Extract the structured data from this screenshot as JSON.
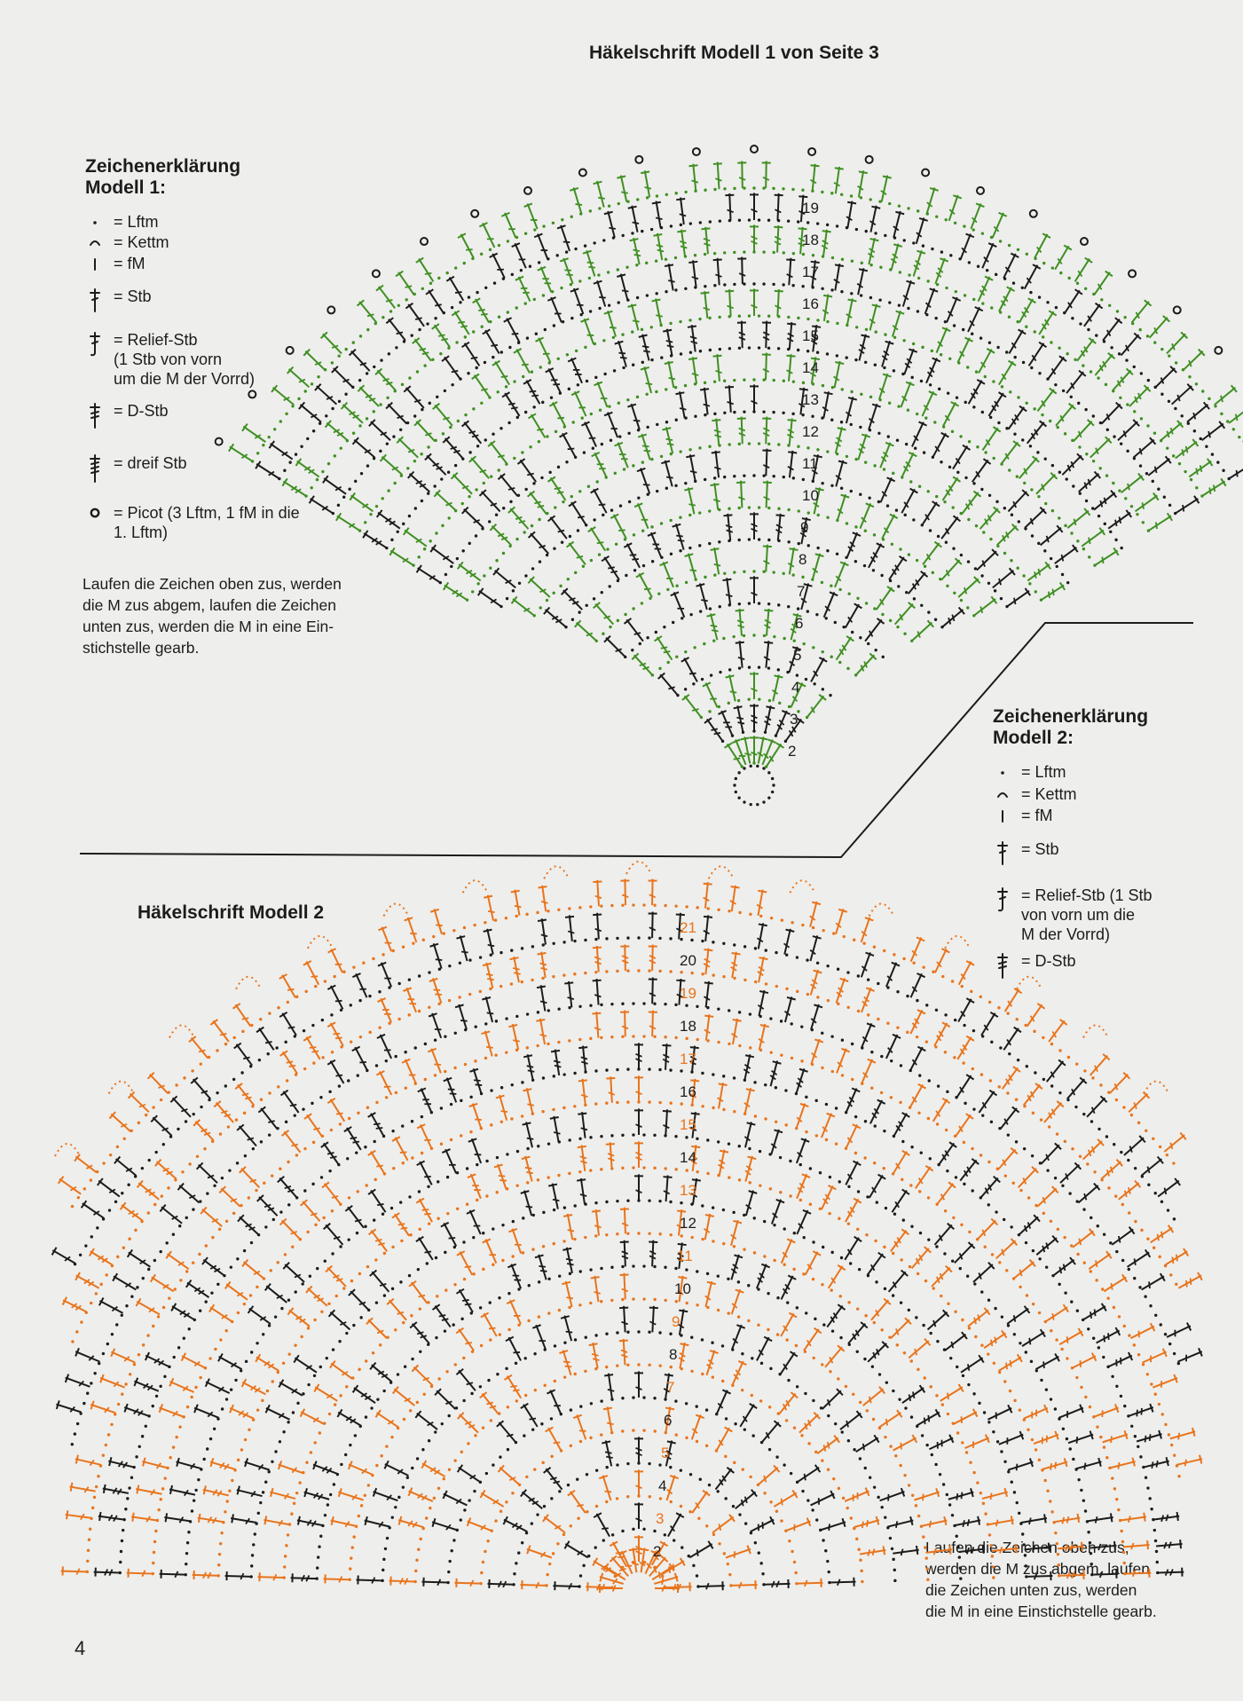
{
  "page": {
    "title_model1": "Häkelschrift Modell 1 von Seite 3",
    "title_model2": "Häkelschrift Modell 2",
    "page_number": "4"
  },
  "legend1": {
    "title": "Zeichenerklärung\nModell 1:",
    "items": [
      {
        "symbol": "chain-dot-icon",
        "text": "= Lftm"
      },
      {
        "symbol": "slip-stitch-icon",
        "text": "= Kettm"
      },
      {
        "symbol": "single-crochet-icon",
        "text": "= fM"
      },
      {
        "symbol": "double-crochet-icon",
        "text": "= Stb"
      },
      {
        "symbol": "relief-stitch-icon",
        "text": "= Relief-Stb\n(1 Stb von vorn\num die M der Vorrd)"
      },
      {
        "symbol": "treble-crochet-icon",
        "text": "= D-Stb"
      },
      {
        "symbol": "triple-treble-icon",
        "text": "= dreif Stb"
      },
      {
        "symbol": "picot-icon",
        "text": "= Picot (3 Lftm, 1 fM in die\n1. Lftm)"
      }
    ],
    "note": "Laufen die Zeichen oben zus, werden\ndie M zus abgem, laufen die Zeichen\nunten zus, werden die M in eine Ein-\nstichstelle gearb."
  },
  "legend2": {
    "title": "Zeichenerklärung\nModell 2:",
    "items": [
      {
        "symbol": "chain-dot-icon",
        "text": "= Lftm"
      },
      {
        "symbol": "slip-stitch-icon",
        "text": "= Kettm"
      },
      {
        "symbol": "single-crochet-icon",
        "text": "= fM"
      },
      {
        "symbol": "double-crochet-icon",
        "text": "= Stb"
      },
      {
        "symbol": "relief-stitch-icon",
        "text": "= Relief-Stb (1 Stb\nvon vorn um die\nM der Vorrd)"
      },
      {
        "symbol": "treble-crochet-icon",
        "text": "= D-Stb"
      }
    ],
    "note": "Laufen die Zeichen oben zus,\nwerden die M zus abgem, laufen\ndie Zeichen unten zus, werden\ndie M in eine Einstichstelle gearb."
  },
  "diagram1": {
    "rounds": [
      "2",
      "3",
      "4",
      "5",
      "6",
      "7",
      "8",
      "9",
      "10",
      "11",
      "12",
      "13",
      "14",
      "15",
      "16",
      "17",
      "18",
      "19"
    ]
  },
  "diagram2": {
    "rounds": [
      "2",
      "3",
      "4",
      "5",
      "6",
      "7",
      "8",
      "9",
      "10",
      "11",
      "12",
      "13",
      "14",
      "15",
      "16",
      "17",
      "18",
      "19",
      "20",
      "21"
    ]
  },
  "colors": {
    "green": "#3f8f22",
    "orange": "#e8741c",
    "ink": "#1c1c1c",
    "background": "#eeeeec"
  }
}
